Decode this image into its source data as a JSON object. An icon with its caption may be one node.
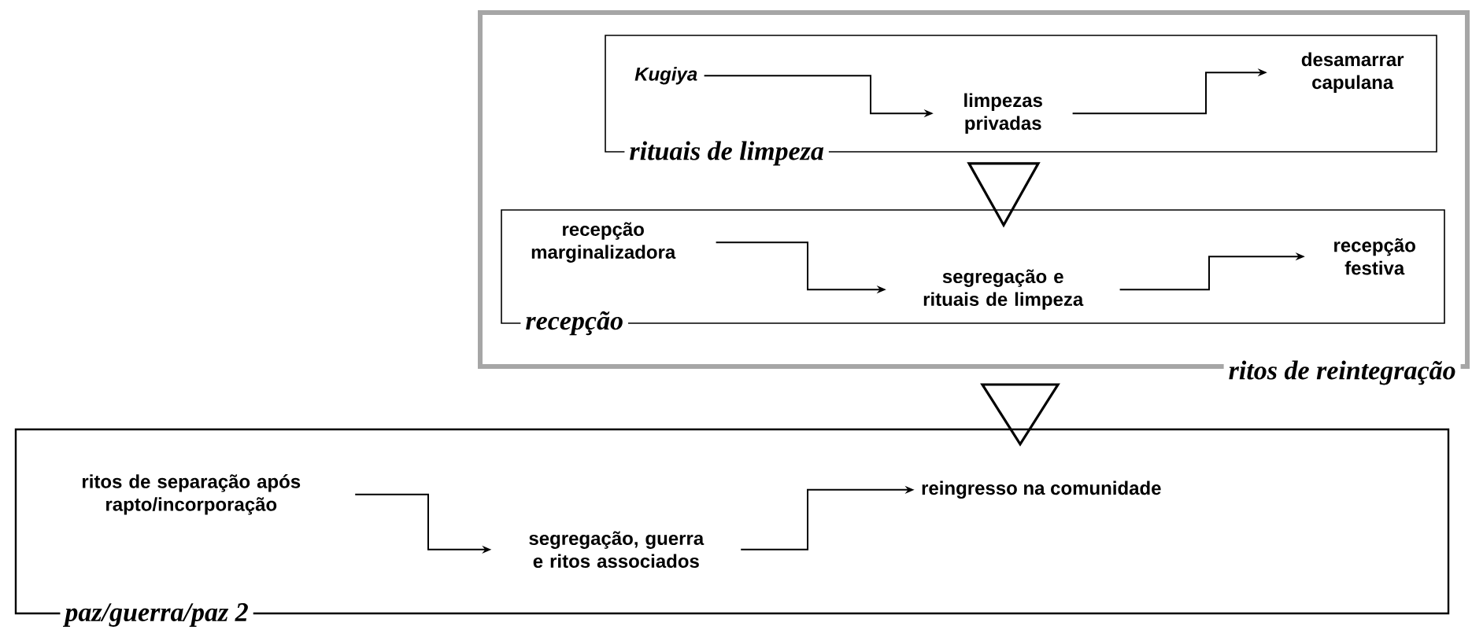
{
  "diagram": {
    "nodes": [
      {
        "text": [
          "ritos de reintegração"
        ]
      },
      {
        "text": [
          "rituais de limpeza"
        ],
        "in": 0
      },
      {
        "text": [
          "Kugiya"
        ],
        "in": 1
      },
      {
        "text": [
          "limpezas privadas"
        ],
        "in": 1
      },
      {
        "text": [
          "desamarrar capulana"
        ],
        "in": 1
      },
      {
        "text": [
          "recepção"
        ],
        "in": 0
      },
      {
        "text": [
          "recepção marginalizadora"
        ],
        "in": 5
      },
      {
        "text": [
          "segregação e rituais de limpeza"
        ],
        "in": 5
      },
      {
        "text": [
          "recepção festiva"
        ],
        "in": 5
      },
      {
        "text": [
          "paz/guerra/paz 2"
        ]
      },
      {
        "text": [
          "ritos de separação após rapto/incorporação"
        ],
        "in": 9
      },
      {
        "text": [
          "segregação, guerra e ritos associados"
        ],
        "in": 9
      },
      {
        "text": [
          "reingresso na comunidade"
        ],
        "in": 9
      }
    ],
    "edges": [
      {
        "from": 2,
        "to": 3,
        "arrow": "to"
      },
      {
        "from": 3,
        "to": 4,
        "arrow": "to"
      },
      {
        "from": 1,
        "to": 5,
        "arrow": "to"
      },
      {
        "from": 6,
        "to": 7,
        "arrow": "to"
      },
      {
        "from": 7,
        "to": 8,
        "arrow": "to"
      },
      {
        "from": 0,
        "to": 9,
        "arrow": "to"
      },
      {
        "from": 10,
        "to": 11,
        "arrow": "to"
      },
      {
        "from": 11,
        "to": 12,
        "arrow": "to"
      }
    ]
  }
}
